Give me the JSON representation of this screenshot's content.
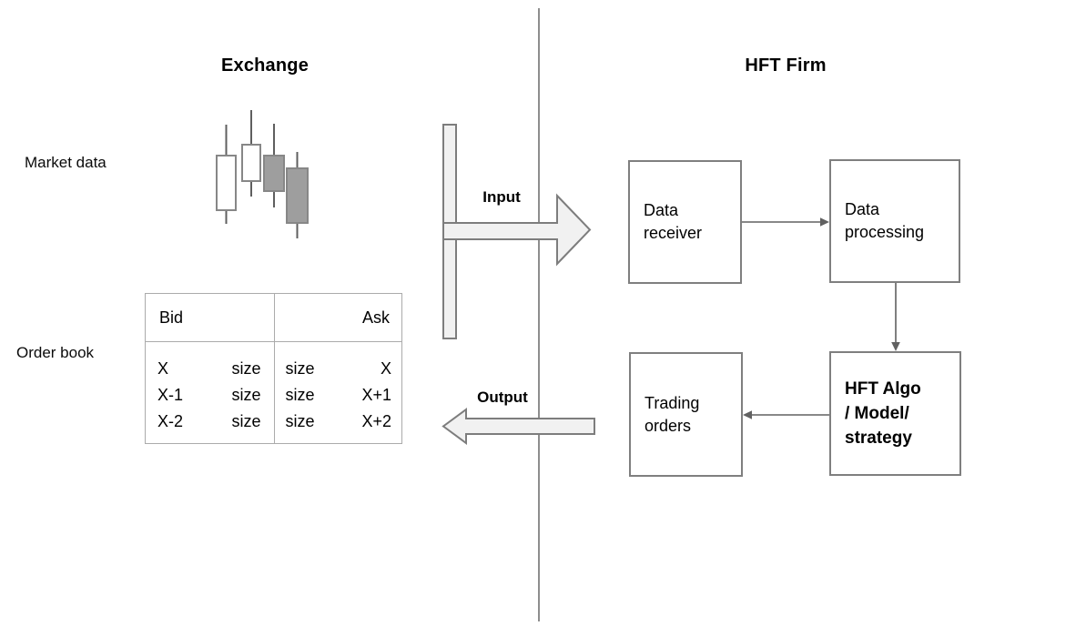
{
  "exchange": {
    "title": "Exchange",
    "market_data_label": "Market data",
    "market_data_icon": "candlestick-chart",
    "order_book_label": "Order book",
    "order_book": {
      "bid_header": "Bid",
      "ask_header": "Ask",
      "rows": [
        {
          "bid_price": "X",
          "bid_size": "size",
          "ask_size": "size",
          "ask_price": "X"
        },
        {
          "bid_price": "X-1",
          "bid_size": "size",
          "ask_size": "size",
          "ask_price": "X+1"
        },
        {
          "bid_price": "X-2",
          "bid_size": "size",
          "ask_size": "size",
          "ask_price": "X+2"
        }
      ]
    }
  },
  "hft_firm": {
    "title": "HFT Firm",
    "boxes": {
      "data_receiver": {
        "label": "Data receiver",
        "lines": [
          "Data",
          "receiver"
        ]
      },
      "data_processing": {
        "label": "Data processing",
        "lines": [
          "Data",
          "processing"
        ]
      },
      "hft_algo": {
        "label": "HFT Algo / Model/ strategy",
        "lines": [
          "HFT Algo",
          "/ Model/",
          "strategy"
        ]
      },
      "trading_orders": {
        "label": "Trading orders",
        "lines": [
          "Trading",
          "orders"
        ]
      }
    }
  },
  "flows": {
    "input_label": "Input",
    "output_label": "Output"
  },
  "colors": {
    "background": "#ffffff",
    "divider_line": "#7a7a7a",
    "box_border": "#7f7f7f",
    "connector": "#616161",
    "big_arrow_fill": "#f1f1f1",
    "big_arrow_stroke": "#7d7d7d",
    "candle_up_fill": "#ffffff",
    "candle_down_fill": "#9e9e9e",
    "candle_stroke": "#878787",
    "wick": "#5f5f5f",
    "table_border": "#ababab",
    "text": "#000000"
  }
}
